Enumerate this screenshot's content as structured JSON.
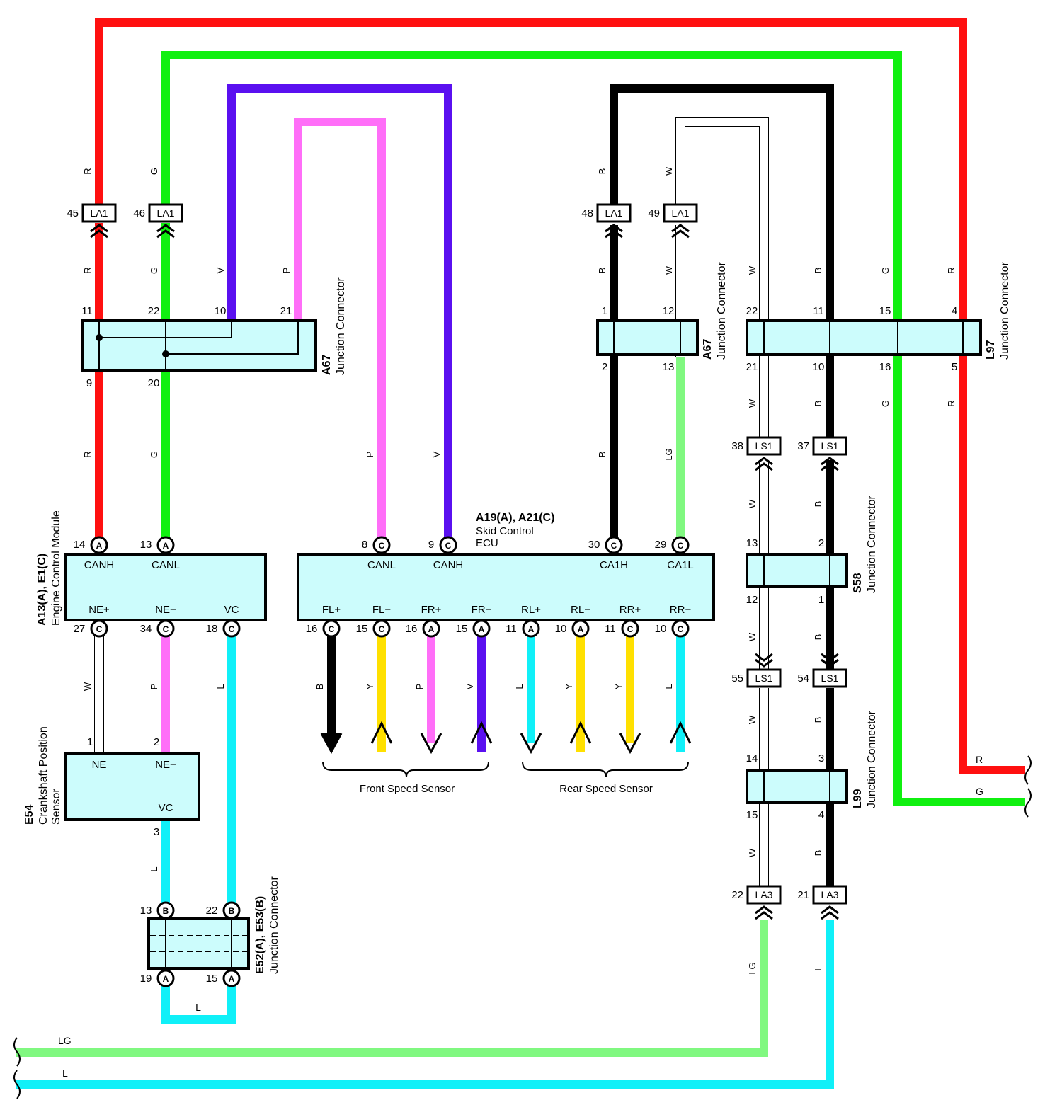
{
  "colors": {
    "R": "#ff1010",
    "G": "#10f010",
    "V": "#5a10f0",
    "P": "#ff6ef8",
    "B": "#000000",
    "LG": "#80f880",
    "L": "#10f0f8",
    "Y": "#ffe000",
    "W": "#ffffff",
    "box": "#ccfcfc"
  },
  "ecm": {
    "code": "A13(A), E1(C)",
    "name": "Engine Control Module",
    "pins_top": [
      {
        "num": "14",
        "conn": "A",
        "label": "CANH"
      },
      {
        "num": "13",
        "conn": "A",
        "label": "CANL"
      }
    ],
    "pins_bottom": [
      {
        "num": "27",
        "conn": "C",
        "label": "NE+"
      },
      {
        "num": "34",
        "conn": "C",
        "label": "NE−"
      },
      {
        "num": "18",
        "conn": "C",
        "label": "VC"
      }
    ]
  },
  "skid_ecu": {
    "code": "A19(A), A21(C)",
    "name1": "Skid Control",
    "name2": "ECU",
    "pins_top": [
      {
        "num": "8",
        "conn": "C",
        "label": "CANL"
      },
      {
        "num": "9",
        "conn": "C",
        "label": "CANH"
      },
      {
        "num": "30",
        "conn": "C",
        "label": "CA1H"
      },
      {
        "num": "29",
        "conn": "C",
        "label": "CA1L"
      }
    ],
    "pins_bottom": [
      {
        "num": "16",
        "conn": "C",
        "label": "FL+",
        "wire": "B"
      },
      {
        "num": "15",
        "conn": "C",
        "label": "FL−",
        "wire": "Y"
      },
      {
        "num": "16",
        "conn": "A",
        "label": "FR+",
        "wire": "P"
      },
      {
        "num": "15",
        "conn": "A",
        "label": "FR−",
        "wire": "V"
      },
      {
        "num": "11",
        "conn": "A",
        "label": "RL+",
        "wire": "L"
      },
      {
        "num": "10",
        "conn": "A",
        "label": "RL−",
        "wire": "Y"
      },
      {
        "num": "11",
        "conn": "C",
        "label": "RR+",
        "wire": "Y"
      },
      {
        "num": "10",
        "conn": "C",
        "label": "RR−",
        "wire": "L"
      }
    ],
    "front_sensor": "Front Speed Sensor",
    "rear_sensor": "Rear Speed Sensor"
  },
  "a67_left": {
    "code": "A67",
    "name": "Junction Connector",
    "top_pins": [
      "11",
      "22",
      "10",
      "21"
    ],
    "bottom_pins": [
      "9",
      "20"
    ]
  },
  "a67_right": {
    "code": "A67",
    "name": "Junction Connector",
    "top_pins": [
      "1",
      "12"
    ],
    "bottom_pins": [
      "2",
      "13"
    ]
  },
  "l97": {
    "code": "L97",
    "name": "Junction Connector",
    "top_pins": [
      "22",
      "11",
      "15",
      "4"
    ],
    "bottom_pins": [
      "21",
      "10",
      "16",
      "5"
    ]
  },
  "s58": {
    "code": "S58",
    "name": "Junction Connector",
    "top_pins": [
      "13",
      "2"
    ],
    "bottom_pins": [
      "12",
      "1"
    ]
  },
  "l99": {
    "code": "L99",
    "name": "Junction Connector",
    "top_pins": [
      "14",
      "3"
    ],
    "bottom_pins": [
      "15",
      "4"
    ]
  },
  "e54": {
    "code": "E54",
    "name1": "Crankshaft Position",
    "name2": "Sensor",
    "pins": [
      {
        "num": "1",
        "label": "NE"
      },
      {
        "num": "2",
        "label": "NE−"
      },
      {
        "num": "3",
        "label": "VC"
      }
    ]
  },
  "e52": {
    "code": "E52(A), E53(B)",
    "name": "Junction Connector",
    "top_pins": [
      {
        "num": "13",
        "conn": "B"
      },
      {
        "num": "22",
        "conn": "B"
      }
    ],
    "bottom_pins": [
      {
        "num": "19",
        "conn": "A"
      },
      {
        "num": "15",
        "conn": "A"
      }
    ]
  },
  "inline_connectors": [
    {
      "name": "LA1",
      "pin": "45"
    },
    {
      "name": "LA1",
      "pin": "46"
    },
    {
      "name": "LA1",
      "pin": "48"
    },
    {
      "name": "LA1",
      "pin": "49"
    },
    {
      "name": "LS1",
      "pin": "38"
    },
    {
      "name": "LS1",
      "pin": "37"
    },
    {
      "name": "LS1",
      "pin": "55"
    },
    {
      "name": "LS1",
      "pin": "54"
    },
    {
      "name": "LA3",
      "pin": "22"
    },
    {
      "name": "LA3",
      "pin": "21"
    }
  ],
  "wire_labels": {
    "R": "R",
    "G": "G",
    "V": "V",
    "P": "P",
    "B": "B",
    "W": "W",
    "LG": "LG",
    "L": "L",
    "Y": "Y"
  }
}
